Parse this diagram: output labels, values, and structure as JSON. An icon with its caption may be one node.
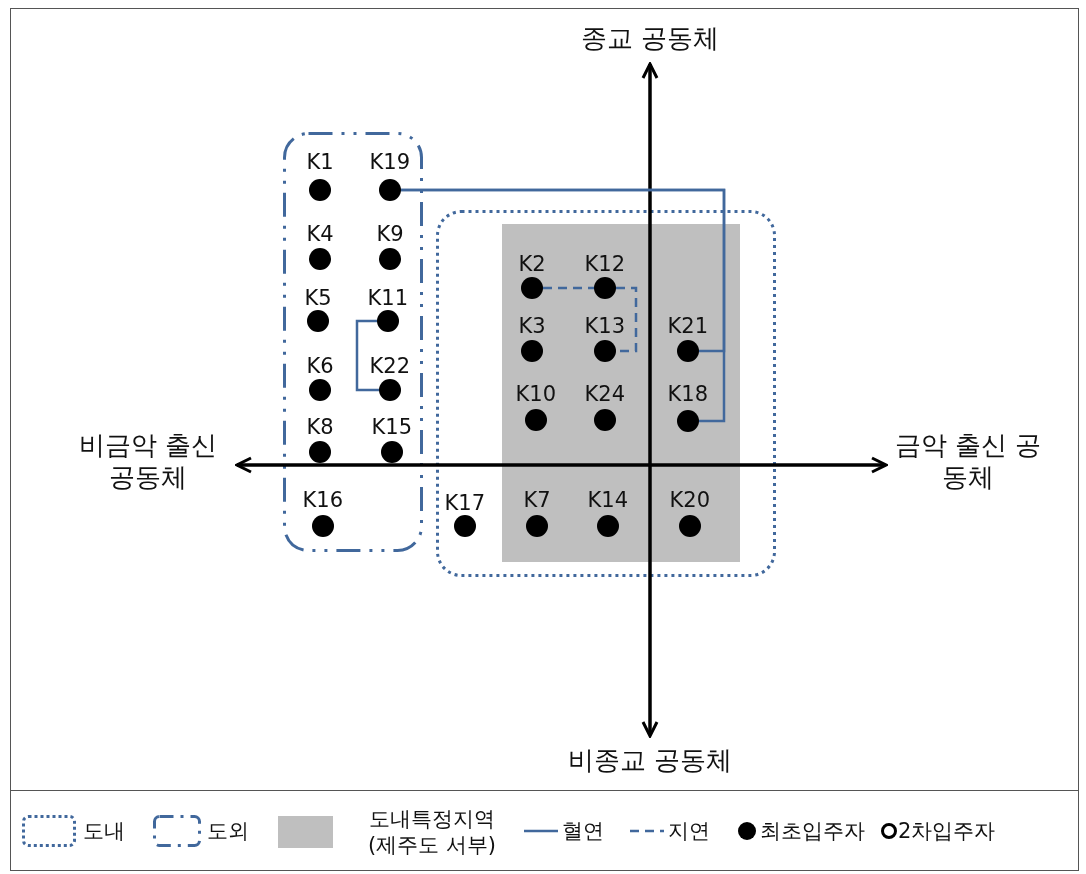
{
  "diagram": {
    "nodes": [
      {
        "text": [],
        "shape": "box"
      },
      {
        "text": [],
        "shape": "box"
      },
      {
        "text": [],
        "shape": "box",
        "in": 1
      },
      {
        "text": [],
        "shape": "circle",
        "beside": [
          "K1"
        ],
        "in": 0
      },
      {
        "text": [],
        "shape": "circle",
        "beside": [
          "K19"
        ],
        "in": 0
      },
      {
        "text": [],
        "shape": "circle",
        "beside": [
          "K4"
        ],
        "in": 0
      },
      {
        "text": [],
        "shape": "circle",
        "beside": [
          "K9"
        ],
        "in": 0
      },
      {
        "text": [],
        "shape": "circle",
        "beside": [
          "K2"
        ],
        "in": 2
      },
      {
        "text": [],
        "shape": "circle",
        "beside": [
          "K12"
        ],
        "in": 2
      },
      {
        "text": [],
        "shape": "circle",
        "beside": [
          "K5"
        ],
        "in": 0
      },
      {
        "text": [],
        "shape": "circle",
        "beside": [
          "K11"
        ],
        "in": 0
      },
      {
        "text": [],
        "shape": "circle",
        "beside": [
          "K3"
        ],
        "in": 2
      },
      {
        "text": [],
        "shape": "circle",
        "beside": [
          "K13"
        ],
        "in": 2
      },
      {
        "text": [],
        "shape": "circle",
        "beside": [
          "K21"
        ],
        "in": 2
      },
      {
        "text": [],
        "shape": "circle",
        "beside": [
          "K6"
        ],
        "in": 0
      },
      {
        "text": [],
        "shape": "circle",
        "beside": [
          "K22"
        ],
        "in": 0
      },
      {
        "text": [],
        "shape": "circle",
        "beside": [
          "K10"
        ],
        "in": 2
      },
      {
        "text": [],
        "shape": "circle",
        "beside": [
          "K24"
        ],
        "in": 2
      },
      {
        "text": [],
        "shape": "circle",
        "beside": [
          "K18"
        ],
        "in": 2
      },
      {
        "text": [],
        "shape": "circle",
        "beside": [
          "K8"
        ],
        "in": 0
      },
      {
        "text": [],
        "shape": "circle",
        "beside": [
          "K15"
        ],
        "in": 0
      },
      {
        "text": [],
        "shape": "circle",
        "beside": [
          "K16"
        ],
        "in": 0
      },
      {
        "text": [],
        "shape": "circle",
        "beside": [
          "K17"
        ],
        "in": 1
      },
      {
        "text": [],
        "shape": "circle",
        "beside": [
          "K7"
        ],
        "in": 2
      },
      {
        "text": [],
        "shape": "circle",
        "beside": [
          "K14"
        ],
        "in": 2
      },
      {
        "text": [],
        "shape": "circle",
        "beside": [
          "K20"
        ],
        "in": 2
      }
    ],
    "edges": [
      {
        "from": 4,
        "to": 13,
        "arrow": "none"
      },
      {
        "from": 4,
        "to": 18,
        "arrow": "none"
      },
      {
        "from": 10,
        "to": 15,
        "arrow": "none"
      },
      {
        "from": 7,
        "to": 8,
        "arrow": "none",
        "style": "dashed"
      },
      {
        "from": 8,
        "to": 12,
        "arrow": "none",
        "style": "dashed"
      }
    ],
    "labels": [
      "종교 공동체",
      "비금악 출신 공동체",
      "금악 출신 공동체",
      "비종교 공동체"
    ],
    "legend": [
      {
        "text": "도내"
      },
      {
        "text": "도외"
      },
      {
        "text": "도내특정지역 (제주도 서부)",
        "color": "#bfbfbf"
      },
      {
        "text": "혈연"
      },
      {
        "text": "지연"
      },
      {
        "text": "최초입주자"
      },
      {
        "text": "2차입주자"
      }
    ]
  }
}
